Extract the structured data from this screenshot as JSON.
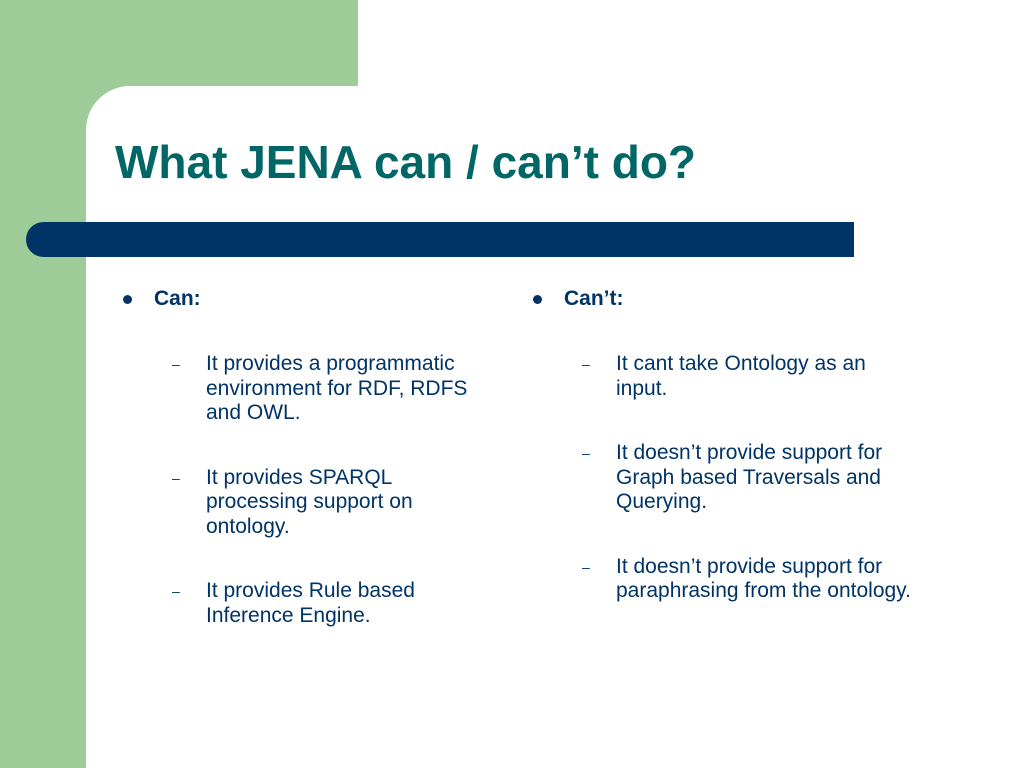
{
  "slide": {
    "title": "What JENA can / can’t do?",
    "colors": {
      "title": "#006666",
      "text": "#003366",
      "bar": "#003366",
      "accent_green": "#9dcc98",
      "background": "#ffffff"
    }
  },
  "columns": [
    {
      "heading": "Can:",
      "items": [
        "It provides a programmatic environment for RDF, RDFS and OWL.",
        "It provides SPARQL processing support on ontology.",
        "It provides Rule based Inference Engine."
      ]
    },
    {
      "heading": "Can’t:",
      "items": [
        "It cant take Ontology as an input.",
        "It doesn’t provide support for Graph based Traversals and Querying.",
        "It doesn’t provide support for paraphrasing from the ontology."
      ]
    }
  ],
  "glyphs": {
    "dash": "–"
  }
}
